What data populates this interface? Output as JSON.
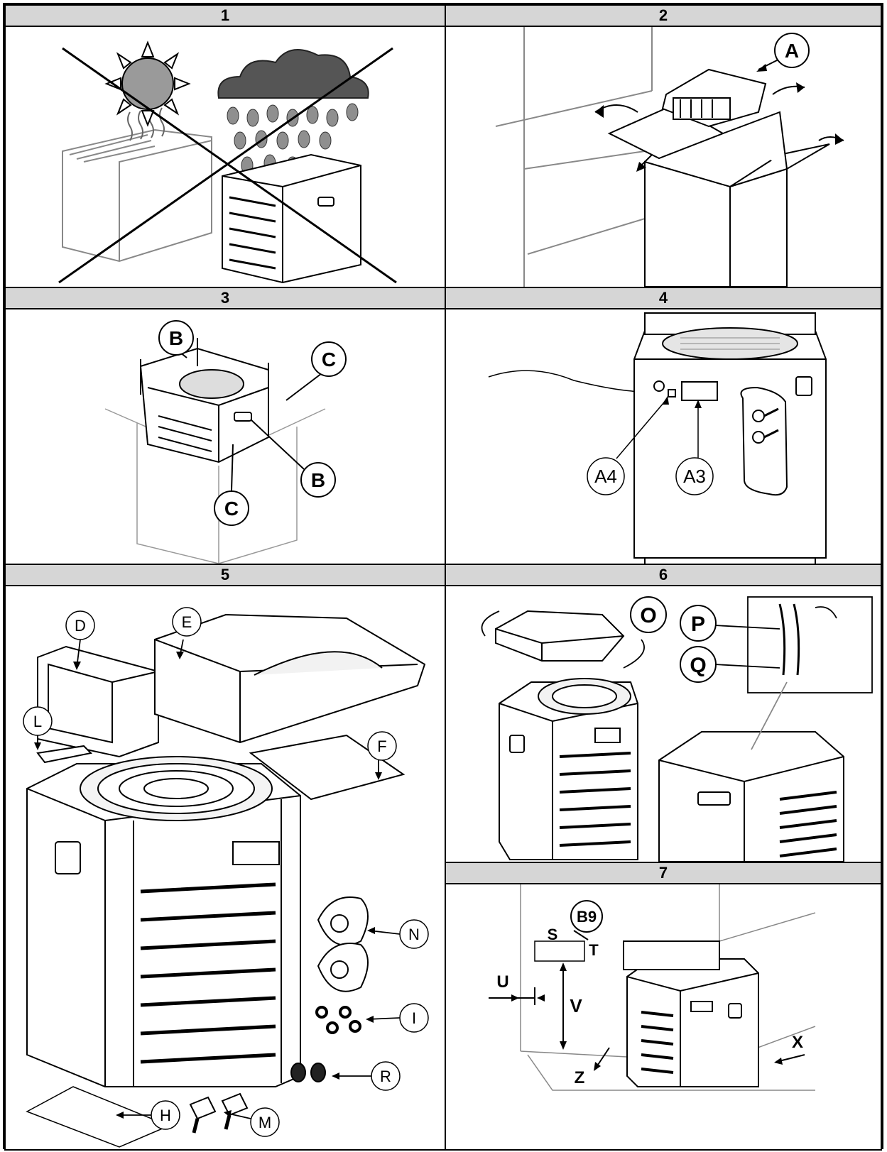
{
  "panels": [
    {
      "number": "1"
    },
    {
      "number": "2",
      "callouts": [
        "A"
      ]
    },
    {
      "number": "3",
      "callouts": [
        "B",
        "C",
        "B",
        "C"
      ]
    },
    {
      "number": "4",
      "callouts": [
        "A4",
        "A3"
      ]
    },
    {
      "number": "5",
      "callouts": [
        "D",
        "E",
        "L",
        "F",
        "N",
        "I",
        "R",
        "H",
        "M"
      ]
    },
    {
      "number": "6",
      "callouts": [
        "O",
        "P",
        "Q"
      ]
    },
    {
      "number": "7",
      "callouts": [
        "B9",
        "S",
        "T",
        "U",
        "V",
        "X",
        "Z"
      ]
    }
  ],
  "colors": {
    "header_bg": "#d6d6d6",
    "line": "#000000",
    "sun": "#9a9a9a",
    "cloud": "#555555",
    "drop": "#8f8f8f"
  }
}
